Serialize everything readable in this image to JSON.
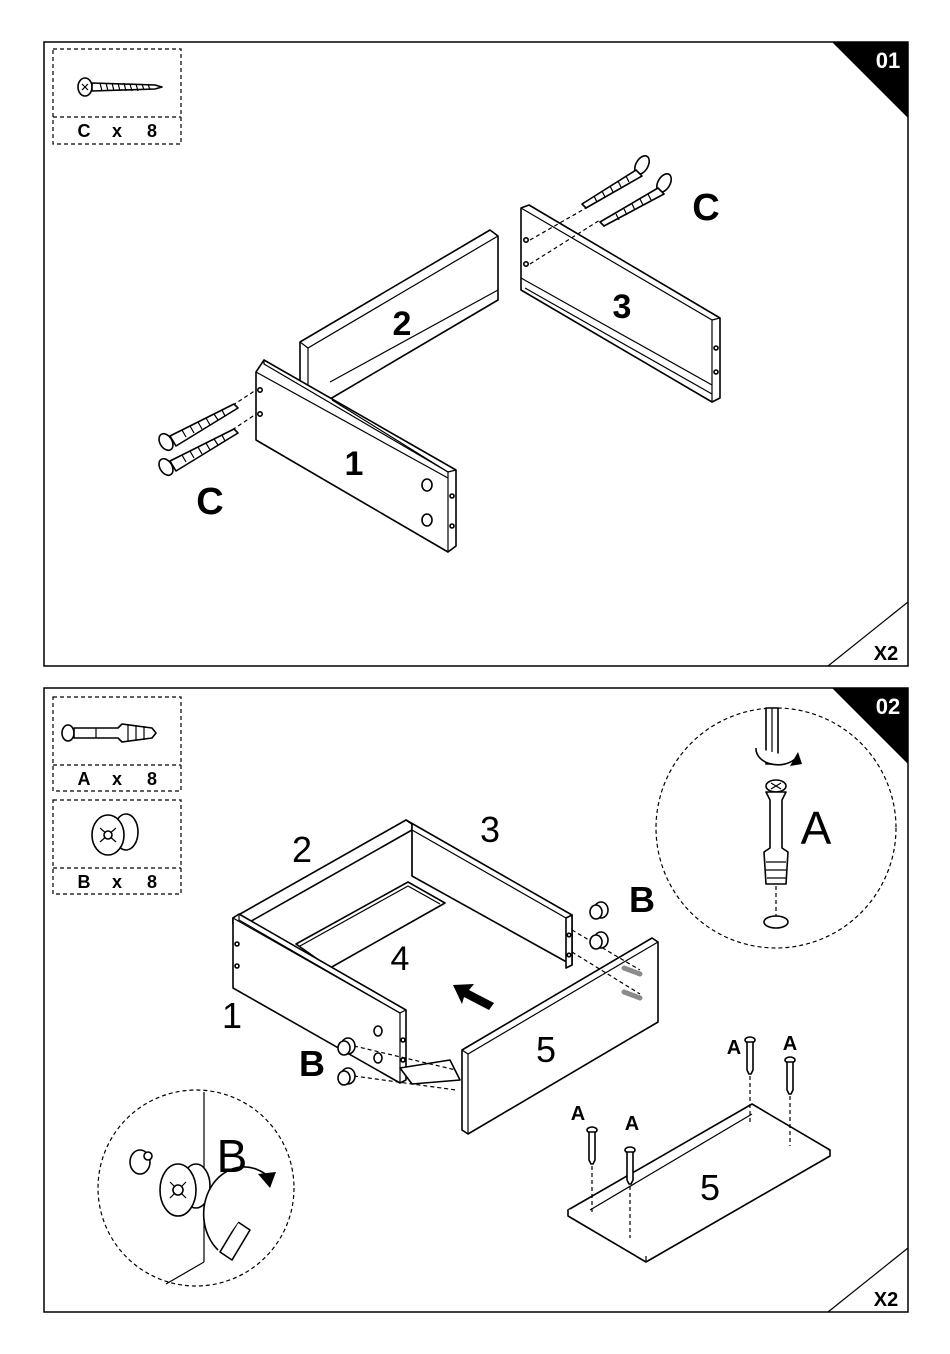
{
  "steps": [
    {
      "number": "01",
      "multiplier": "X2",
      "parts": [
        {
          "code": "C",
          "x": "x",
          "qty": "8",
          "icon": "screw-icon"
        }
      ],
      "labels": {
        "panel1": "1",
        "panel2": "2",
        "panel3": "3",
        "screwLeft": "C",
        "screwRight": "C"
      }
    },
    {
      "number": "02",
      "multiplier": "X2",
      "parts": [
        {
          "code": "A",
          "x": "x",
          "qty": "8",
          "icon": "cam-bolt-icon"
        },
        {
          "code": "B",
          "x": "x",
          "qty": "8",
          "icon": "cam-lock-icon"
        }
      ],
      "labels": {
        "panel1": "1",
        "panel2": "2",
        "panel3": "3",
        "panel4": "4",
        "panel5": "5",
        "camRight": "B",
        "camLeft": "B",
        "detailA": "A",
        "detailB": "B",
        "boltA1": "A",
        "boltA2": "A",
        "boltA3": "A",
        "boltA4": "A",
        "bottomPanel": "5"
      }
    }
  ]
}
